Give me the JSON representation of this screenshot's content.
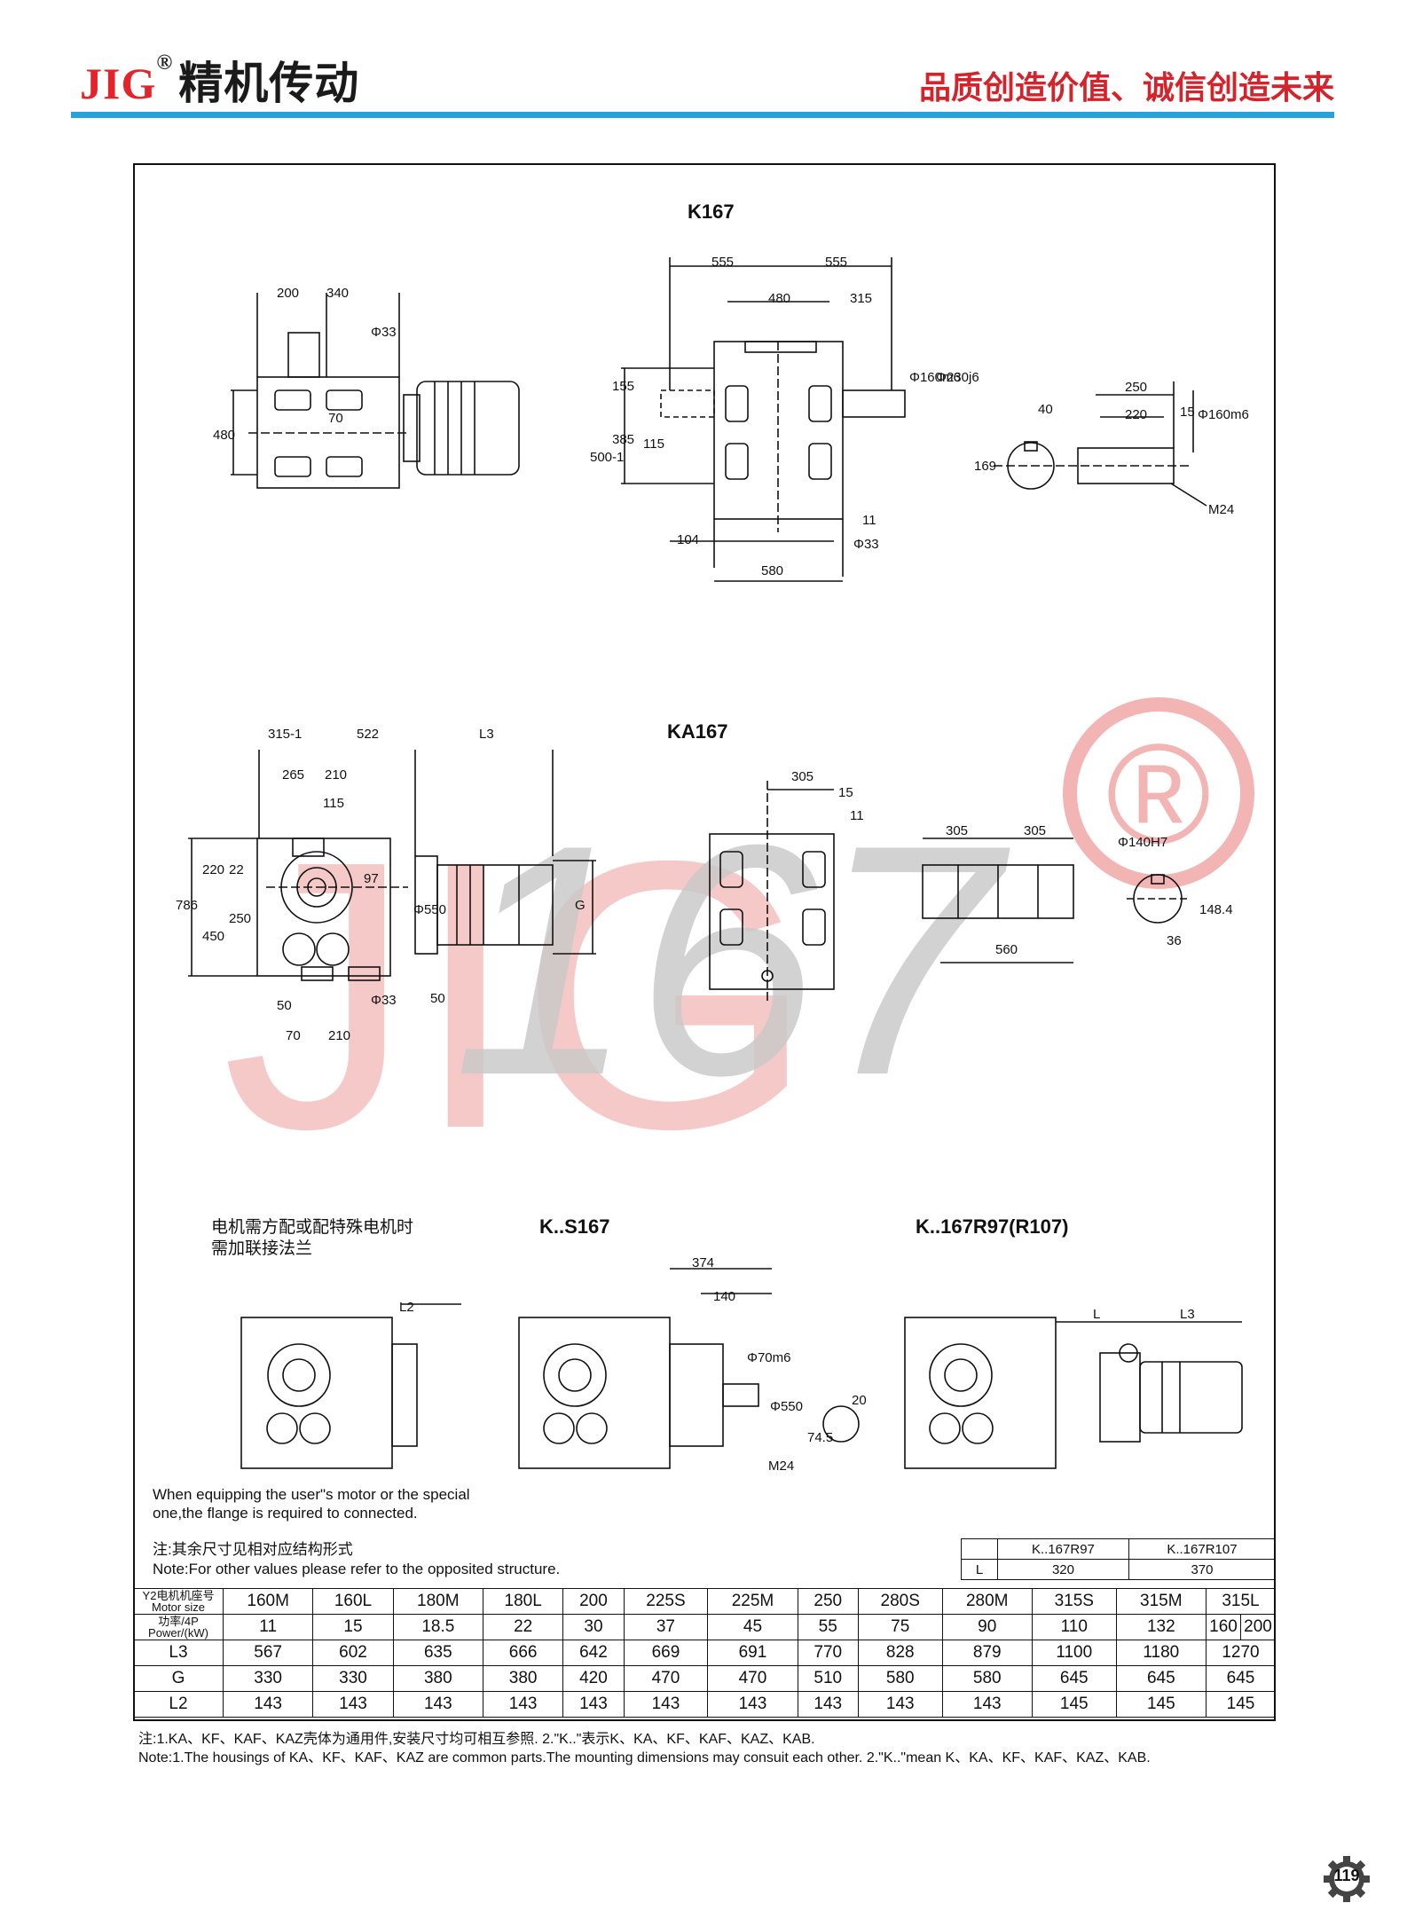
{
  "header": {
    "brand": "JIG",
    "brand_mark": "®",
    "brand_cn": "精机传动",
    "slogan": "品质创造价值、诚信创造未来"
  },
  "watermark": {
    "text": "JIG",
    "model_text": "167",
    "mark": "®"
  },
  "titles": {
    "k167": "K167",
    "ka167": "KA167",
    "ks167": "K..S167",
    "kr": "K..167R97(R107)"
  },
  "dims_k167": [
    "200",
    "340",
    "Φ33",
    "480",
    "70",
    "555",
    "555",
    "480",
    "315",
    "Φ160m6",
    "Φ230j6",
    "155",
    "385",
    "115",
    "500-1",
    "104",
    "580",
    "11",
    "Φ33",
    "250",
    "40",
    "220",
    "15",
    "Φ160m6",
    "169",
    "M24"
  ],
  "dims_ka167": [
    "315-1",
    "522",
    "L3",
    "265",
    "210",
    "115",
    "786",
    "220",
    "22",
    "97",
    "250",
    "450",
    "Φ550",
    "G",
    "50",
    "70",
    "210",
    "Φ33",
    "50",
    "305",
    "15",
    "11",
    "305",
    "305",
    "560",
    "Φ140H7",
    "148.4",
    "36"
  ],
  "dims_s": [
    "L2",
    "374",
    "140",
    "Φ70m6",
    "Φ550",
    "20",
    "74.5",
    "M24",
    "L",
    "L3"
  ],
  "notes": {
    "motor_cn_1": "电机需方配或配特殊电机时",
    "motor_cn_2": "需加联接法兰",
    "motor_en_1": "When equipping the user\"s motor or the special",
    "motor_en_2": "one,the flange is required to connected.",
    "refer_cn": "注:其余尺寸见相对应结构形式",
    "refer_en": "Note:For other values please refer to the opposited structure."
  },
  "small_table": {
    "headers": [
      "K..167R97",
      "K..167R107"
    ],
    "row_label": "L",
    "values": [
      "320",
      "370"
    ]
  },
  "main_table": {
    "row_motor_cn": "Y2电机机座号",
    "row_motor_en": "Motor size",
    "row_power_cn": "功率/4P",
    "row_power_en": "Power/(kW)",
    "motor": [
      "160M",
      "160L",
      "180M",
      "180L",
      "200",
      "225S",
      "225M",
      "250",
      "280S",
      "280M",
      "315S",
      "315M",
      "315L"
    ],
    "power": [
      "11",
      "15",
      "18.5",
      "22",
      "30",
      "37",
      "45",
      "55",
      "75",
      "90",
      "110",
      "132",
      "160",
      "200"
    ],
    "rows": [
      {
        "label": "L3",
        "values": [
          "567",
          "602",
          "635",
          "666",
          "642",
          "669",
          "691",
          "770",
          "828",
          "879",
          "1100",
          "1180",
          "1270"
        ]
      },
      {
        "label": "G",
        "values": [
          "330",
          "330",
          "380",
          "380",
          "420",
          "470",
          "470",
          "510",
          "580",
          "580",
          "645",
          "645",
          "645"
        ]
      },
      {
        "label": "L2",
        "values": [
          "143",
          "143",
          "143",
          "143",
          "143",
          "143",
          "143",
          "143",
          "143",
          "143",
          "145",
          "145",
          "145"
        ]
      }
    ]
  },
  "footnote": {
    "cn": "注:1.KA、KF、KAF、KAZ壳体为通用件,安装尺寸均可相互参照.      2.\"K..\"表示K、KA、KF、KAF、KAZ、KAB.",
    "en": "Note:1.The housings of KA、KF、KAF、KAZ are common parts.The mounting dimensions may consuit each other.  2.\"K..\"mean K、KA、KF、KAF、KAZ、KAB."
  },
  "page_number": "119",
  "colors": {
    "brand_red": "#e3242b",
    "rule_blue": "#27a3db",
    "watermark_red": "#f3b4b4",
    "watermark_grey": "#c8c8c8"
  }
}
